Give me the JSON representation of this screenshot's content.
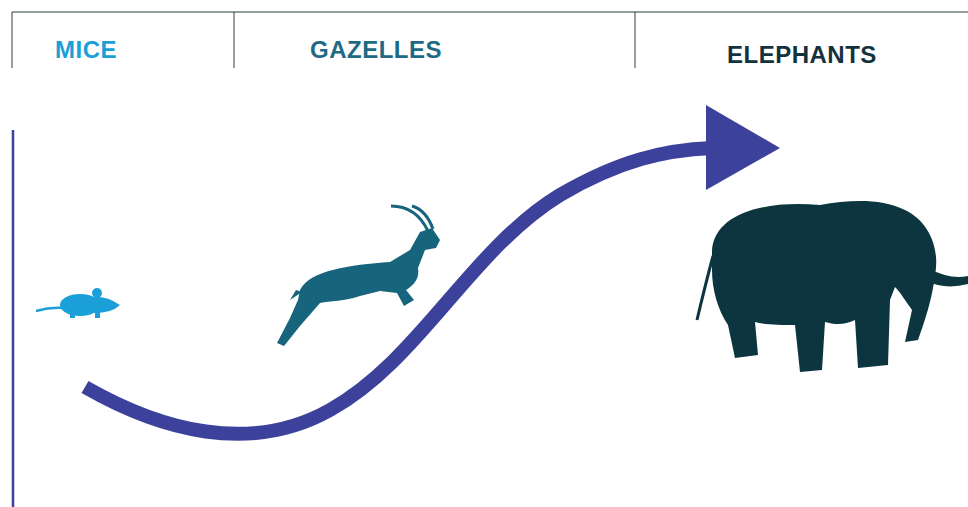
{
  "diagram": {
    "labels": [
      "MICE",
      "GAZELLES",
      "ELEPHANTS"
    ]
  }
}
